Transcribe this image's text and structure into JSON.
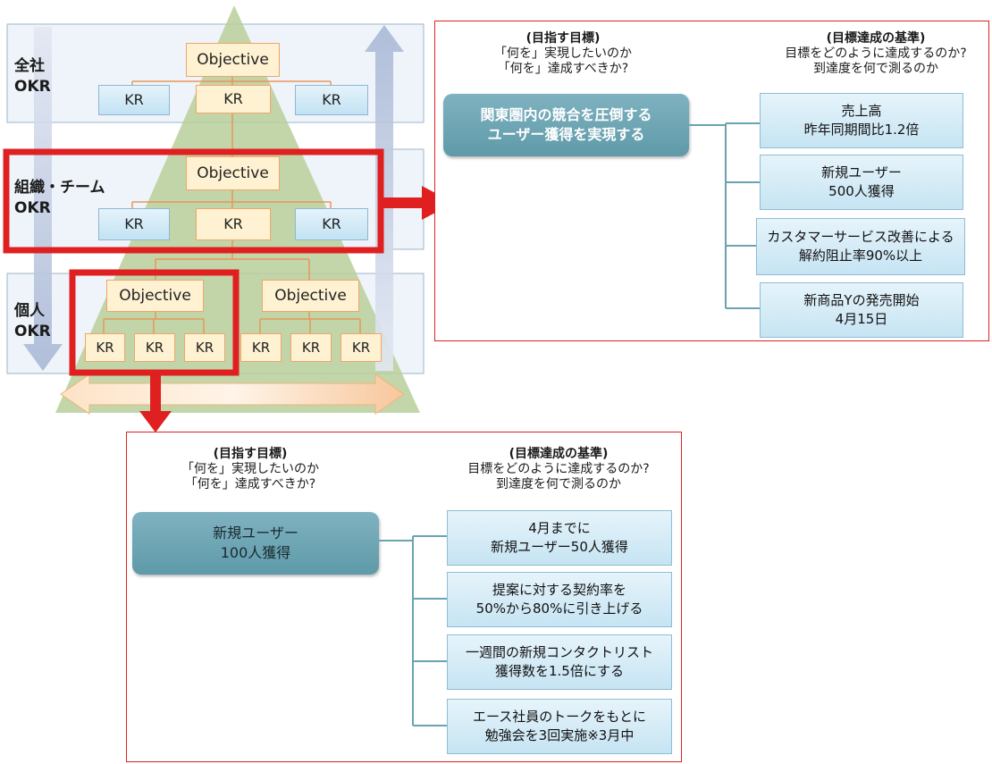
{
  "levels": {
    "company": {
      "line1": "全社",
      "line2": "OKR"
    },
    "team": {
      "line1": "組織・チーム",
      "line2": "OKR"
    },
    "individual": {
      "line1": "個人",
      "line2": "OKR"
    }
  },
  "pyramid": {
    "objective_label": "Objective",
    "kr_label": "KR"
  },
  "team_panel": {
    "left_header": {
      "title": "(目指す目標)",
      "line1": "「何を」実現したいのか",
      "line2": "「何を」達成すべきか?"
    },
    "right_header": {
      "title": "(目標達成の基準)",
      "line1": "目標をどのように達成するのか?",
      "line2": "到達度を何で測るのか"
    },
    "goal": {
      "line1": "関東圏内の競合を圧倒する",
      "line2": "ユーザー獲得を実現する"
    },
    "criteria": [
      {
        "line1": "売上高",
        "line2": "昨年同期間比1.2倍"
      },
      {
        "line1": "新規ユーザー",
        "line2": "500人獲得"
      },
      {
        "line1": "カスタマーサービス改善による",
        "line2": "解約阻止率90%以上"
      },
      {
        "line1": "新商品Yの発売開始",
        "line2": "4月15日"
      }
    ]
  },
  "individual_panel": {
    "left_header": {
      "title": "(目指す目標)",
      "line1": "「何を」実現したいのか",
      "line2": "「何を」達成すべきか?"
    },
    "right_header": {
      "title": "(目標達成の基準)",
      "line1": "目標をどのように達成するのか?",
      "line2": "到達度を何で測るのか"
    },
    "goal": {
      "line1": "新規ユーザー",
      "line2": "100人獲得"
    },
    "criteria": [
      {
        "line1": "4月までに",
        "line2": "新規ユーザー50人獲得"
      },
      {
        "line1": "提案に対する契約率を",
        "line2": "50%から80%に引き上げる"
      },
      {
        "line1": "一週間の新規コンタクトリスト",
        "line2": "獲得数を1.5倍にする"
      },
      {
        "line1": "エース社員のトークをもとに",
        "line2": "勉強会を3回実施※3月中"
      }
    ]
  },
  "colors": {
    "highlight": "#e02020",
    "pyramid": "#b9cf9a",
    "objective_fill": "#fff2d2",
    "kr_fill": "#cde8f5",
    "goal_fill": "#6aa3b2"
  }
}
